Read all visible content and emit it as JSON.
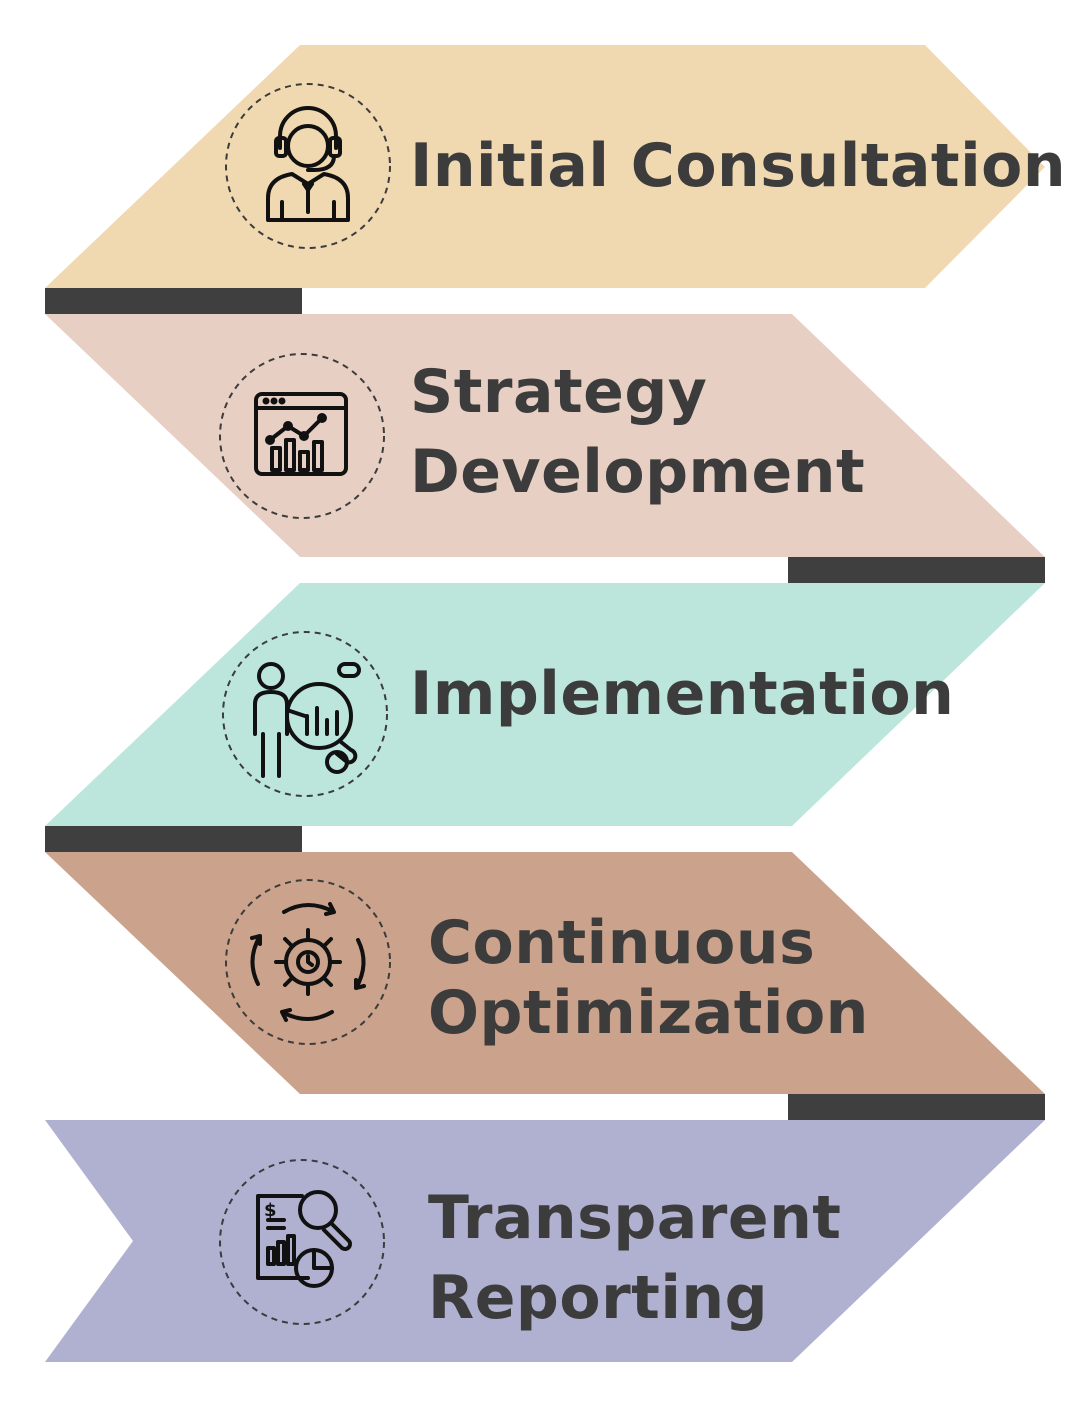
{
  "diagram": {
    "steps": [
      {
        "title_lines": [
          "Initial Consultation"
        ],
        "icon": "customer-support-headset-icon",
        "color": "#f0d8b0"
      },
      {
        "title_lines": [
          "Strategy",
          "Development"
        ],
        "icon": "analytics-dashboard-icon",
        "color": "#e8cfc3"
      },
      {
        "title_lines": [
          "Implementation"
        ],
        "icon": "presenter-magnifier-gear-icon",
        "color": "#bce6dc"
      },
      {
        "title_lines": [
          "Continuous",
          "Optimization"
        ],
        "icon": "gear-cycle-arrows-icon",
        "color": "#cba28b"
      },
      {
        "title_lines": [
          "Transparent",
          "Reporting"
        ],
        "icon": "financial-report-search-icon",
        "color": "#b0b0d1"
      }
    ],
    "connector_color": "#3f3f3f",
    "text_color": "#3c3c3c"
  }
}
